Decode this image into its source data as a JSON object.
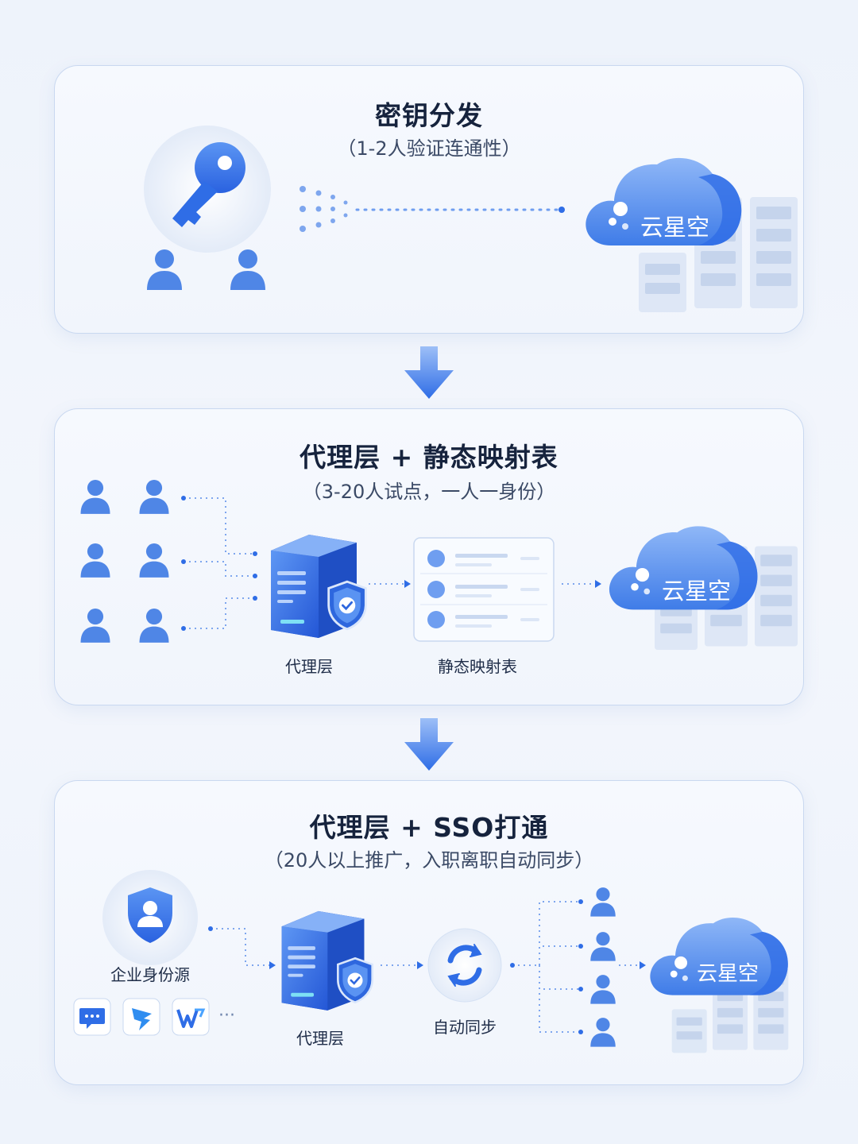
{
  "stage1": {
    "title": "密钥分发",
    "subtitle": "（1-2人验证连通性）",
    "cloud_label": "云星空"
  },
  "stage2": {
    "title": "代理层 + 静态映射表",
    "subtitle": "（3-20人试点，一人一身份）",
    "proxy_label": "代理层",
    "table_label": "静态映射表",
    "cloud_label": "云星空"
  },
  "stage3": {
    "title": "代理层 + SSO打通",
    "subtitle": "（20人以上推广，入职离职自动同步）",
    "idp_label": "企业身份源",
    "proxy_label": "代理层",
    "sync_label": "自动同步",
    "cloud_label": "云星空",
    "app_icons": [
      "chat-app-icon",
      "dingtalk-icon",
      "wecom-w-icon"
    ],
    "more": "···"
  },
  "colors": {
    "primary": "#2f6de6",
    "light_blue": "#6f9ef0",
    "border": "#c9d8f0"
  }
}
